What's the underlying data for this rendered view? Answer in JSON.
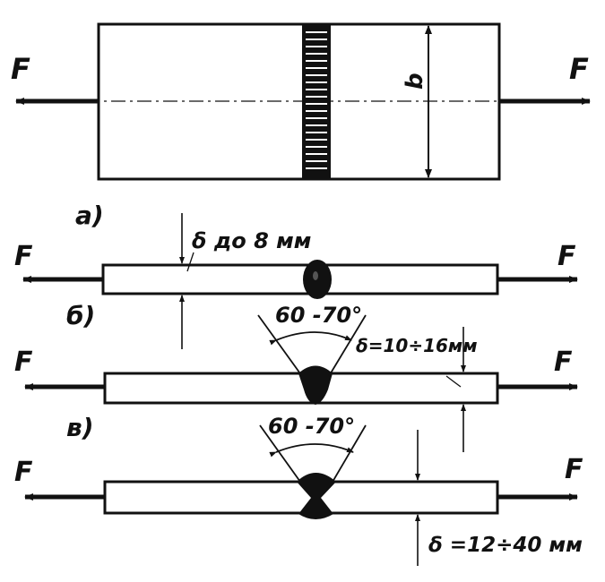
{
  "force_label": "F",
  "width_label": "b",
  "panels": {
    "a": {
      "tag": "а)"
    },
    "b": {
      "tag": "б)",
      "thickness": "δ до 8 мм"
    },
    "c": {
      "tag": "в)",
      "angle": "60 -70°",
      "thickness": "δ=10÷16мм"
    },
    "d": {
      "angle": "60 -70°",
      "thickness": "δ =12÷40 мм"
    }
  },
  "colors": {
    "ink": "#111111",
    "paper": "#ffffff"
  }
}
